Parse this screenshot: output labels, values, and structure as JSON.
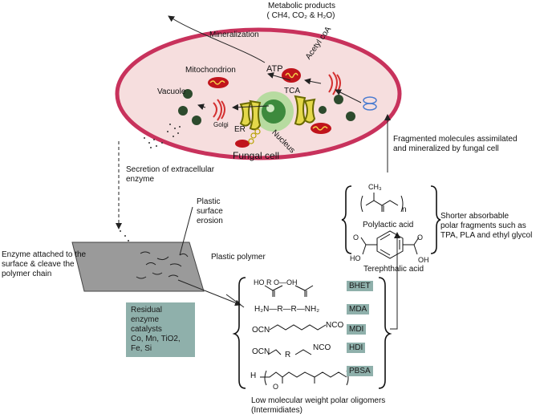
{
  "metabolic": {
    "title": "Metabolic products",
    "formula": "( CH4, CO₂ & H₂O)"
  },
  "mineralization": "Mineralization",
  "cell": {
    "mitochondrion": "Mitochondrion",
    "atp": "ATP",
    "acetyl": "Acetyl coA",
    "tca": "TCA",
    "vacuole": "Vacuole",
    "golgi": "Golgi",
    "er": "ER",
    "nucleus": "Nucleus",
    "label": "Fungal cell"
  },
  "fragmented": "Fragmented molecules assimilated\nand mineralized by fungal cell",
  "secretion": "Secretion of extracellular\nenzyme",
  "surface_erosion": "Plastic\nsurface\nerosion",
  "enzyme_attached": "Enzyme attached to the\nsurface & cleave the\npolymer chain",
  "plastic_polymer": "Plastic polymer",
  "fragments": {
    "ch3": "CH₃",
    "n": "n",
    "polylactic": "Polylactic acid",
    "oh_left": "HO",
    "oh_right": "OH",
    "o_left": "O",
    "o_right": "O",
    "terephthalic": "Terephthalic acid",
    "description": "Shorter absorbable\npolar fragments such as\nTPA, PLA and ethyl glycol"
  },
  "residual": "Residual\nenzyme\ncatalysts\nCo, Mn, TiO2,\nFe, Si",
  "oligomers": {
    "bhet_formula": "HO      R      O—OH",
    "bhet": "BHET",
    "mda_formula": "H₂N—R—R—NH₂",
    "mda": "MDA",
    "mdi_formula": "OCN",
    "mdi_nco": "NCO",
    "mdi": "MDI",
    "hdi_ocn": "OCN",
    "hdi_r": "R",
    "hdi_nco": "NCO",
    "hdi": "HDI",
    "pbsa_h": "H",
    "pbsa_o": "O",
    "pbsa": "PBSA",
    "caption": "Low molecular  weight polar oligomers",
    "caption2": "(Intermidiates)"
  }
}
